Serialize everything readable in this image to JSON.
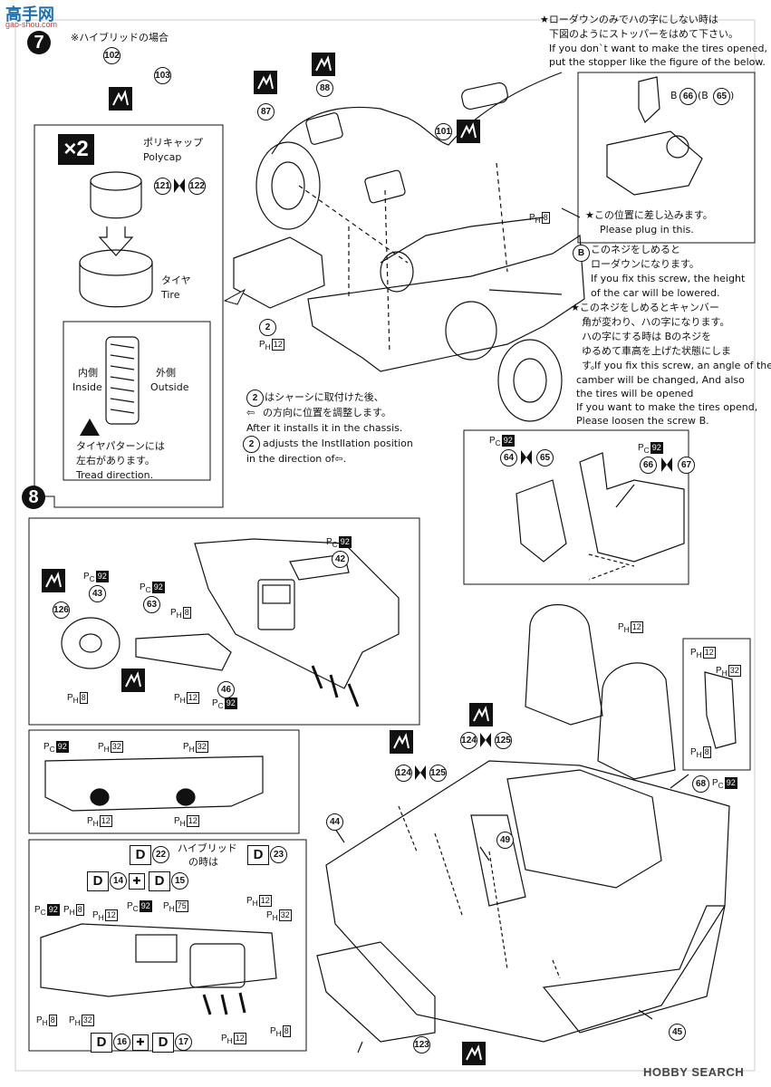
{
  "watermark": {
    "top_logo": "高手网",
    "top_url": "gao-shou.com",
    "bottom_logo": "HOBBY SEARCH"
  },
  "steps": {
    "s7": "7",
    "s8": "8"
  },
  "hybrid": {
    "title": "※ハイブリッドの場合"
  },
  "tire_panel": {
    "multiplier": "×2",
    "polycap_jp": "ポリキャップ",
    "polycap_en": "Polycap",
    "tire_jp": "タイヤ",
    "tire_en": "Tire",
    "inside_jp": "内側",
    "inside_en": "Inside",
    "outside_jp": "外側",
    "outside_en": "Outside",
    "tread_jp1": "タイヤパターンには",
    "tread_jp2": "左右があります。",
    "tread_en": "Tread direction."
  },
  "lowdown_note": {
    "jp1": "★ローダウンのみでハの字にしない時は",
    "jp2": "下図のようにストッパーをはめて下さい。",
    "en1": "If you don`t want to make the tires opened,",
    "en2": "put the stopper like the figure of the below.",
    "b_label": "B",
    "b_paren": "(B",
    "b_close": ")",
    "plug_jp": "★この位置に差し込みます。",
    "plug_en": "Please plug in this."
  },
  "screw_note": {
    "b": "B",
    "jp1": "このネジをしめると",
    "jp2": "ローダウンになります。",
    "en1": "If you fix this screw, the height",
    "en2": "of the car will be lowered.",
    "jp3": "★このネジをしめるとキャンバー",
    "jp4": "角が変わり、ハの字になります。",
    "jp5": "ハの字にする時は",
    "jp5b": "のネジを",
    "jp6": "ゆるめて車高を上げた状態にしま",
    "jp7": "す。",
    "en3": "If you fix this screw, an angle of the",
    "en4": "camber will be changed, And also",
    "en5": "the tires will be opened",
    "en6": "If you want to make the tires opend,",
    "en7": "Please loosen the screw",
    "en7b": "."
  },
  "adjust_note": {
    "jp1": "はシャーシに取付けた後、",
    "jp2": "の方向に位置を調整します。",
    "en1": "After it installs it in the chassis.",
    "en2": "adjusts the Instllation position",
    "en3": "in the direction of",
    "en3b": "."
  },
  "parts": {
    "p102": "102",
    "p103": "103",
    "p87": "87",
    "p88": "88",
    "p101": "101",
    "p121": "121",
    "p122": "122",
    "p2a": "2",
    "p2b": "2",
    "p2c": "2",
    "p64": "64",
    "p65": "65",
    "p66": "66",
    "p67": "67",
    "p66b": "66",
    "p65b": "65",
    "p42": "42",
    "p43": "43",
    "p63": "63",
    "p126": "126",
    "p46": "46",
    "p124a": "124",
    "p125a": "125",
    "p124b": "124",
    "p125b": "125",
    "p68": "68",
    "p44": "44",
    "p49": "49",
    "p123": "123",
    "p45": "45"
  },
  "paint": {
    "ph": "P",
    "phs": "H",
    "pc": "P",
    "pcs": "C",
    "n8": "8",
    "n12": "12",
    "n32": "32",
    "n75": "75",
    "n92": "92"
  },
  "decals": {
    "hybrid_jp1": "ハイブリッド",
    "hybrid_jp2": "の時は",
    "d": "D",
    "d22": "22",
    "d23": "23",
    "d14": "14",
    "d15": "15",
    "d16": "16",
    "d17": "17"
  },
  "colors": {
    "ink": "#111111",
    "gray": "#9a9a9a",
    "paper": "#ffffff"
  }
}
